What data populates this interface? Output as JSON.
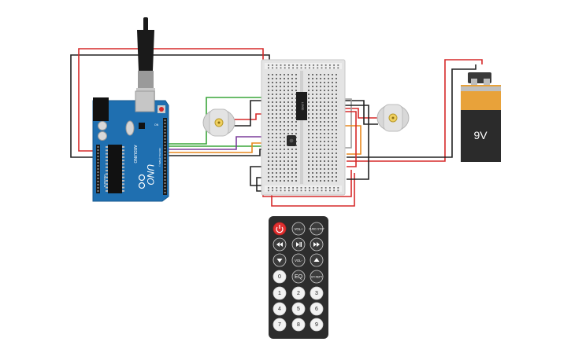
{
  "board": {
    "brand": "ARDUINO",
    "model": "UNO",
    "on_label": "ON",
    "header_digital": "DIGITAL (PWM~)",
    "header_analog": "ANALOG IN"
  },
  "chip": {
    "label": "L293D"
  },
  "battery": {
    "label": "9V"
  },
  "remote": {
    "buttons": [
      {
        "name": "power-button",
        "label": ""
      },
      {
        "name": "vol-plus-button",
        "label": "VOL+"
      },
      {
        "name": "func-stop-button",
        "label": "FUNC/ STOP"
      },
      {
        "name": "rewind-button",
        "label": ""
      },
      {
        "name": "play-pause-button",
        "label": ""
      },
      {
        "name": "fast-forward-button",
        "label": ""
      },
      {
        "name": "down-button",
        "label": ""
      },
      {
        "name": "vol-minus-button",
        "label": "VOL-"
      },
      {
        "name": "up-button",
        "label": ""
      },
      {
        "name": "digit-0-button",
        "label": "0"
      },
      {
        "name": "eq-button",
        "label": "EQ"
      },
      {
        "name": "st-rept-button",
        "label": "ST/ REPT"
      },
      {
        "name": "digit-1-button",
        "label": "1"
      },
      {
        "name": "digit-2-button",
        "label": "2"
      },
      {
        "name": "digit-3-button",
        "label": "3"
      },
      {
        "name": "digit-4-button",
        "label": "4"
      },
      {
        "name": "digit-5-button",
        "label": "5"
      },
      {
        "name": "digit-6-button",
        "label": "6"
      },
      {
        "name": "digit-7-button",
        "label": "7"
      },
      {
        "name": "digit-8-button",
        "label": "8"
      },
      {
        "name": "digit-9-button",
        "label": "9"
      }
    ]
  },
  "colors": {
    "board": "#1f6fb0",
    "wire_red": "#d62a2a",
    "wire_black": "#222222",
    "wire_green": "#3aa53a",
    "wire_orange": "#e8891e",
    "wire_purple": "#7b3d9c",
    "battery_orange": "#e8a23a",
    "battery_body": "#2b2b2b",
    "remote_body": "#2d2d2d",
    "power_red": "#e03030"
  }
}
